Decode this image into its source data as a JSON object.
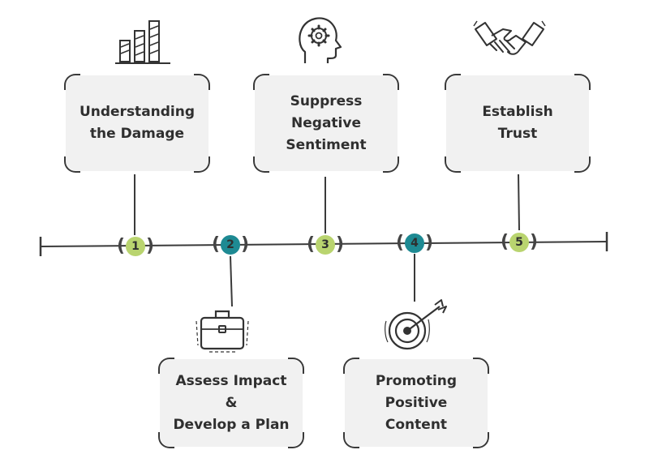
{
  "colors": {
    "green": "#b9d46f",
    "teal": "#1e8a93",
    "box": "#f1f1f1",
    "ink": "#2f2f2f"
  },
  "steps": [
    {
      "number": "1",
      "label": "Understanding\nthe Damage",
      "icon": "bar-chart-icon",
      "color": "green"
    },
    {
      "number": "2",
      "label": "Assess Impact\n&\nDevelop a Plan",
      "icon": "briefcase-icon",
      "color": "teal"
    },
    {
      "number": "3",
      "label": "Suppress\nNegative\nSentiment",
      "icon": "head-gear-icon",
      "color": "green"
    },
    {
      "number": "4",
      "label": "Promoting\nPositive\nContent",
      "icon": "target-arrow-icon",
      "color": "teal"
    },
    {
      "number": "5",
      "label": "Establish\nTrust",
      "icon": "handshake-icon",
      "color": "green"
    }
  ]
}
